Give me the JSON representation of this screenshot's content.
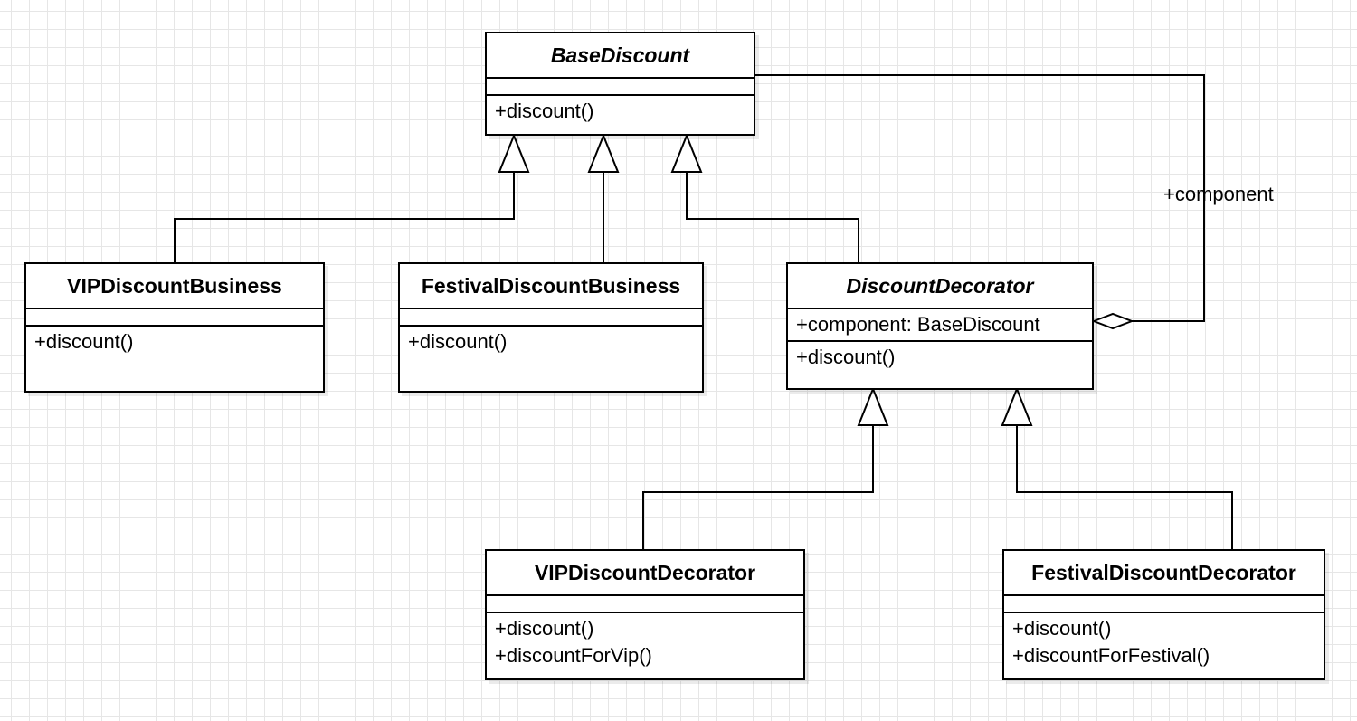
{
  "classes": {
    "base_discount": {
      "name": "BaseDiscount",
      "abstract": true,
      "attributes": [],
      "operations": [
        "+discount()"
      ]
    },
    "vip_discount_business": {
      "name": "VIPDiscountBusiness",
      "abstract": false,
      "attributes": [],
      "operations": [
        "+discount()"
      ]
    },
    "festival_discount_business": {
      "name": "FestivalDiscountBusiness",
      "abstract": false,
      "attributes": [],
      "operations": [
        "+discount()"
      ]
    },
    "discount_decorator": {
      "name": "DiscountDecorator",
      "abstract": true,
      "attributes": [
        "+component: BaseDiscount"
      ],
      "operations": [
        "+discount()"
      ]
    },
    "vip_discount_decorator": {
      "name": "VIPDiscountDecorator",
      "abstract": false,
      "attributes": [],
      "operations": [
        "+discount()",
        "+discountForVip()"
      ]
    },
    "festival_discount_decorator": {
      "name": "FestivalDiscountDecorator",
      "abstract": false,
      "attributes": [],
      "operations": [
        "+discount()",
        "+discountForFestival()"
      ]
    }
  },
  "relationships": {
    "generalizations": [
      {
        "child": "VIPDiscountBusiness",
        "parent": "BaseDiscount"
      },
      {
        "child": "FestivalDiscountBusiness",
        "parent": "BaseDiscount"
      },
      {
        "child": "DiscountDecorator",
        "parent": "BaseDiscount"
      },
      {
        "child": "VIPDiscountDecorator",
        "parent": "DiscountDecorator"
      },
      {
        "child": "FestivalDiscountDecorator",
        "parent": "DiscountDecorator"
      }
    ],
    "aggregation": {
      "whole": "DiscountDecorator",
      "part": "BaseDiscount",
      "role_label": "+component"
    }
  }
}
